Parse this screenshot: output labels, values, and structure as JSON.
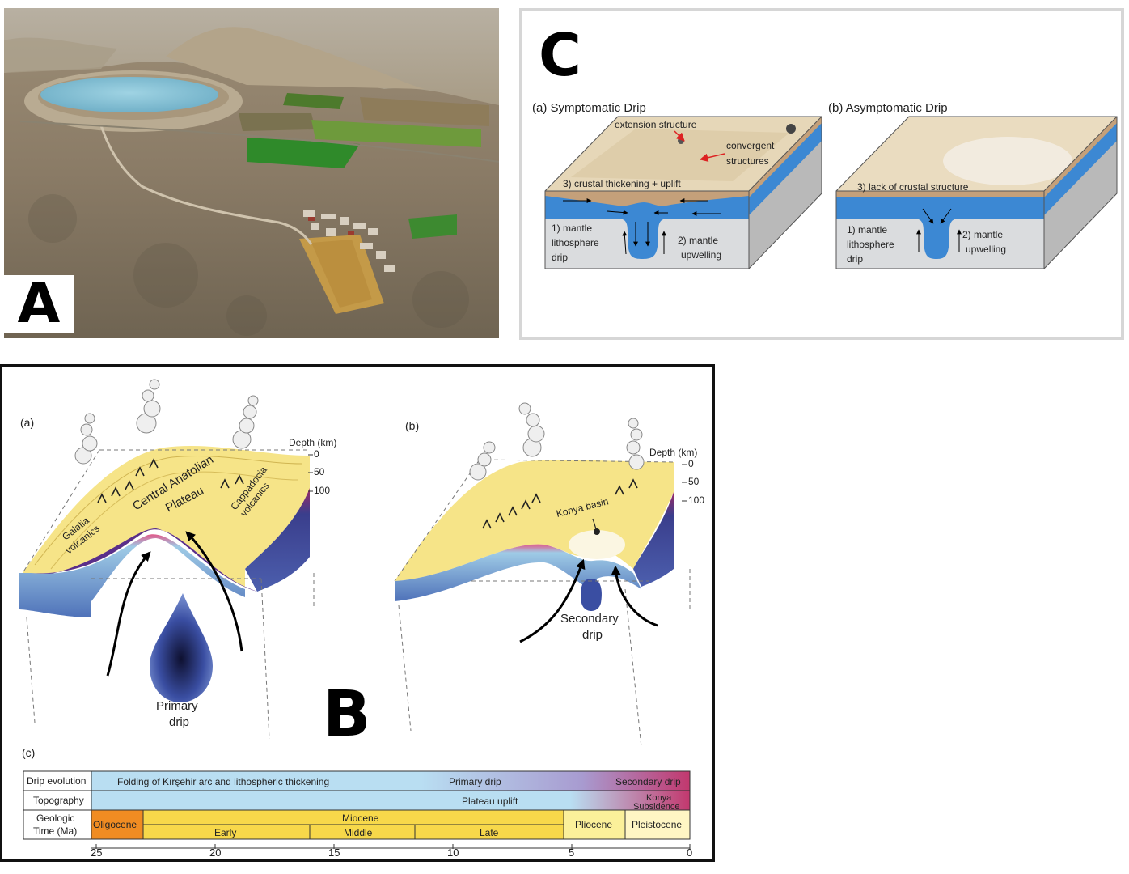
{
  "panelA": {
    "letter": "A"
  },
  "panelC": {
    "letter": "C",
    "a": {
      "title": "(a) Symptomatic Drip",
      "extension": "extension structure",
      "convergent1": "convergent",
      "convergent2": "structures",
      "thickening": "3) crustal thickening + uplift",
      "mantle1": "1) mantle",
      "mantle2": "lithosphere",
      "mantle3": "drip",
      "upwell1": "2) mantle",
      "upwell2": "upwelling"
    },
    "b": {
      "title": "(b) Asymptomatic Drip",
      "lack": "3) lack of crustal structure",
      "mantle1": "1) mantle",
      "mantle2": "lithosphere",
      "mantle3": "drip",
      "upwell1": "2) mantle",
      "upwell2": "upwelling"
    }
  },
  "panelB": {
    "letter": "B",
    "a": {
      "tag": "(a)",
      "depth_title": "Depth (km)",
      "depths": [
        "0",
        "50",
        "100"
      ],
      "galatia1": "Galatia",
      "galatia2": "volcanics",
      "plateau1": "Central Anatolian",
      "plateau2": "Plateau",
      "cappadocia1": "Cappadocia",
      "cappadocia2": "volcanics",
      "primary1": "Primary",
      "primary2": "drip"
    },
    "b": {
      "tag": "(b)",
      "depth_title": "Depth (km)",
      "depths": [
        "0",
        "50",
        "100"
      ],
      "konya": "Konya basin",
      "secondary1": "Secondary",
      "secondary2": "drip"
    },
    "c": {
      "tag": "(c)",
      "rows": {
        "drip_evolution": "Drip evolution",
        "topography": "Topography",
        "geologic1": "Geologic",
        "geologic2": "Time (Ma)"
      },
      "drip": {
        "folding": "Folding of Kırşehir arc and lithospheric thickening",
        "primary": "Primary drip",
        "secondary": "Secondary drip"
      },
      "topo": {
        "uplift": "Plateau uplift",
        "konya1": "Konya",
        "konya2": "Subsidence"
      },
      "epochs": {
        "oligocene": "Oligocene",
        "miocene": "Miocene",
        "early": "Early",
        "middle": "Middle",
        "late": "Late",
        "pliocene": "Pliocene",
        "pleistocene": "Pleistocene"
      },
      "ticks": [
        "25",
        "20",
        "15",
        "10",
        "5",
        "0"
      ]
    }
  }
}
